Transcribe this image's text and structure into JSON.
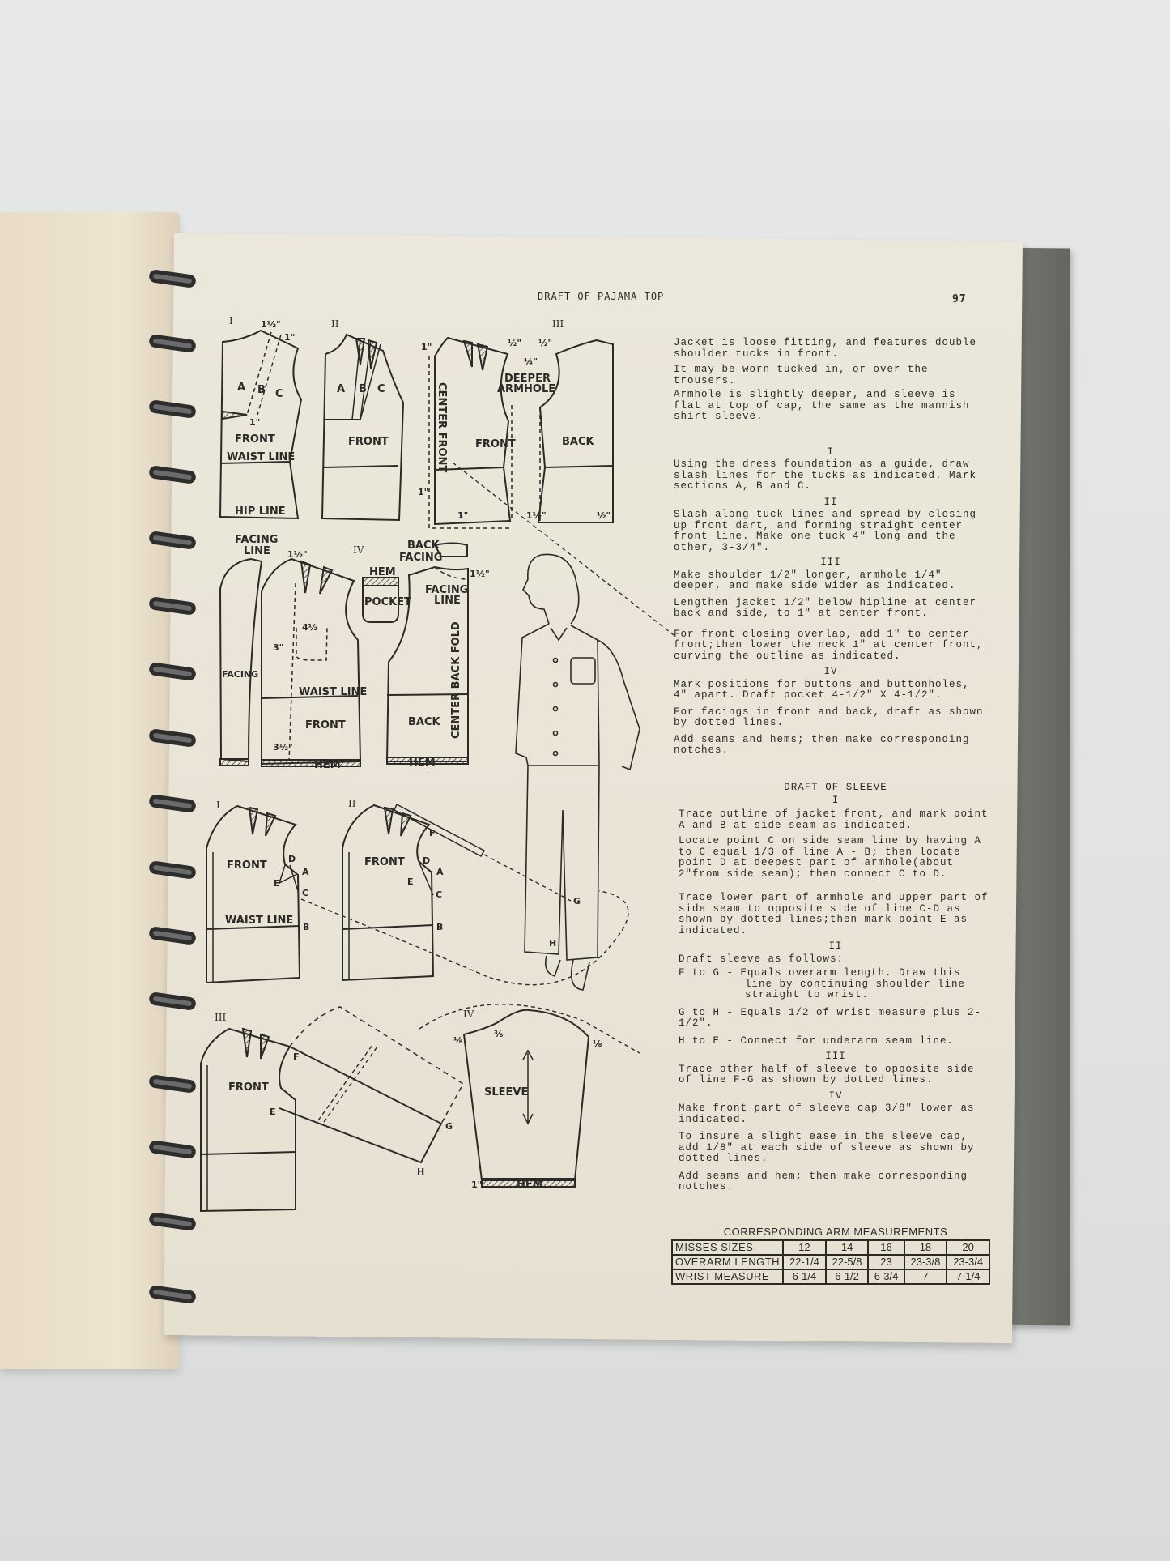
{
  "header": {
    "title": "DRAFT OF PAJAMA TOP",
    "page_number": "97"
  },
  "intro": [
    "Jacket is loose fitting, and features double shoulder tucks in front.",
    "It may be worn tucked in, or over the trousers.",
    "Armhole is slightly deeper, and sleeve is flat at top of cap, the same as the mannish shirt sleeve."
  ],
  "jacket_steps": {
    "step1_heading": "I",
    "step1": "Using the dress foundation as a guide, draw slash lines for the tucks as indicated. Mark sections A, B and C.",
    "step2_heading": "II",
    "step2": "Slash along tuck lines and spread by closing up front dart, and forming straight center front line. Make one tuck 4\" long and the other, 3-3/4\".",
    "step3_heading": "III",
    "step3a": "Make shoulder 1/2\" longer, armhole 1/4\" deeper, and make side wider as indicated.",
    "step3b": "Lengthen jacket 1/2\" below hipline at center back and side, to 1\" at center front.",
    "step3c": "For front closing overlap, add 1\" to center front;then lower the neck 1\" at center front, curving the outline as indicated.",
    "step4_heading": "IV",
    "step4a": "Mark positions for buttons and buttonholes, 4\" apart. Draft pocket 4-1/2\" X 4-1/2\".",
    "step4b": "For facings in front and back, draft as shown by dotted lines.",
    "step4c": "Add seams and hems; then make corresponding notches."
  },
  "sleeve": {
    "title": "DRAFT OF SLEEVE",
    "step1_heading": "I",
    "step1a": "Trace outline of jacket front, and mark point A and B at side seam as indicated.",
    "step1b": "Locate point C on side seam line by having A to C equal 1/3 of line A - B; then locate point D at deepest part of armhole(about 2\"from side seam); then connect C to D.",
    "step1c": "Trace lower part of armhole and upper part of side seam to opposite side of line C-D as shown by dotted lines;then mark point E as indicated.",
    "step2_heading": "II",
    "step2_intro": "Draft sleeve as follows:",
    "step2_fg": "F to G - Equals overarm length. Draw this line by continuing shoulder line straight to wrist.",
    "step2_gh": "G to H - Equals 1/2 of wrist measure plus 2-1/2\".",
    "step2_he": "H to E - Connect for underarm seam line.",
    "step3_heading": "III",
    "step3": "Trace other half of sleeve to opposite side of line F-G as shown by dotted lines.",
    "step4_heading": "IV",
    "step4a": "Make front part of sleeve cap 3/8\" lower as indicated.",
    "step4b": "To insure a slight ease in the sleeve cap, add 1/8\" at each side of sleeve as shown by dotted lines.",
    "step4c": "Add seams and hem; then make corresponding notches."
  },
  "arm_table": {
    "title": "CORRESPONDING ARM MEASUREMENTS",
    "rows": [
      {
        "label": "MISSES SIZES",
        "values": [
          "12",
          "14",
          "16",
          "18",
          "20"
        ]
      },
      {
        "label": "OVERARM LENGTH",
        "values": [
          "22-1/4",
          "22-5/8",
          "23",
          "23-3/8",
          "23-3/4"
        ]
      },
      {
        "label": "WRIST MEASURE",
        "values": [
          "6-1/4",
          "6-1/2",
          "6-3/4",
          "7",
          "7-1/4"
        ]
      }
    ]
  },
  "diagram_labels": {
    "I": "I",
    "II": "II",
    "III": "III",
    "IV": "IV",
    "front": "FRONT",
    "back": "BACK",
    "waist_line": "WAIST LINE",
    "hip_line": "HIP LINE",
    "a": "A",
    "b": "B",
    "c": "C",
    "d": "D",
    "e": "E",
    "f": "F",
    "g": "G",
    "h": "H",
    "one_half_in": "1½\"",
    "one_in": "1\"",
    "half_in": "½\"",
    "quarter_in": "¼\"",
    "deeper": "DEEPER",
    "armhole": "ARMHOLE",
    "center_front": "CENTER FRONT",
    "facing": "FACING",
    "line": "LINE",
    "facing_line_1": "FACING",
    "back_facing_1": "BACK",
    "hem": "HEM",
    "pocket": "POCKET",
    "four_half": "4½",
    "three_in": "3\"",
    "three_half": "3½\"",
    "center_back_fold": "CENTER  BACK  FOLD",
    "sleeve": "SLEEVE",
    "three_eighth": "⅜",
    "one_eighth": "⅛"
  },
  "colors": {
    "page": "#ebe7da",
    "ink": "#2b2a27",
    "cover": "#6e726c",
    "background": "#e4e6e6"
  }
}
